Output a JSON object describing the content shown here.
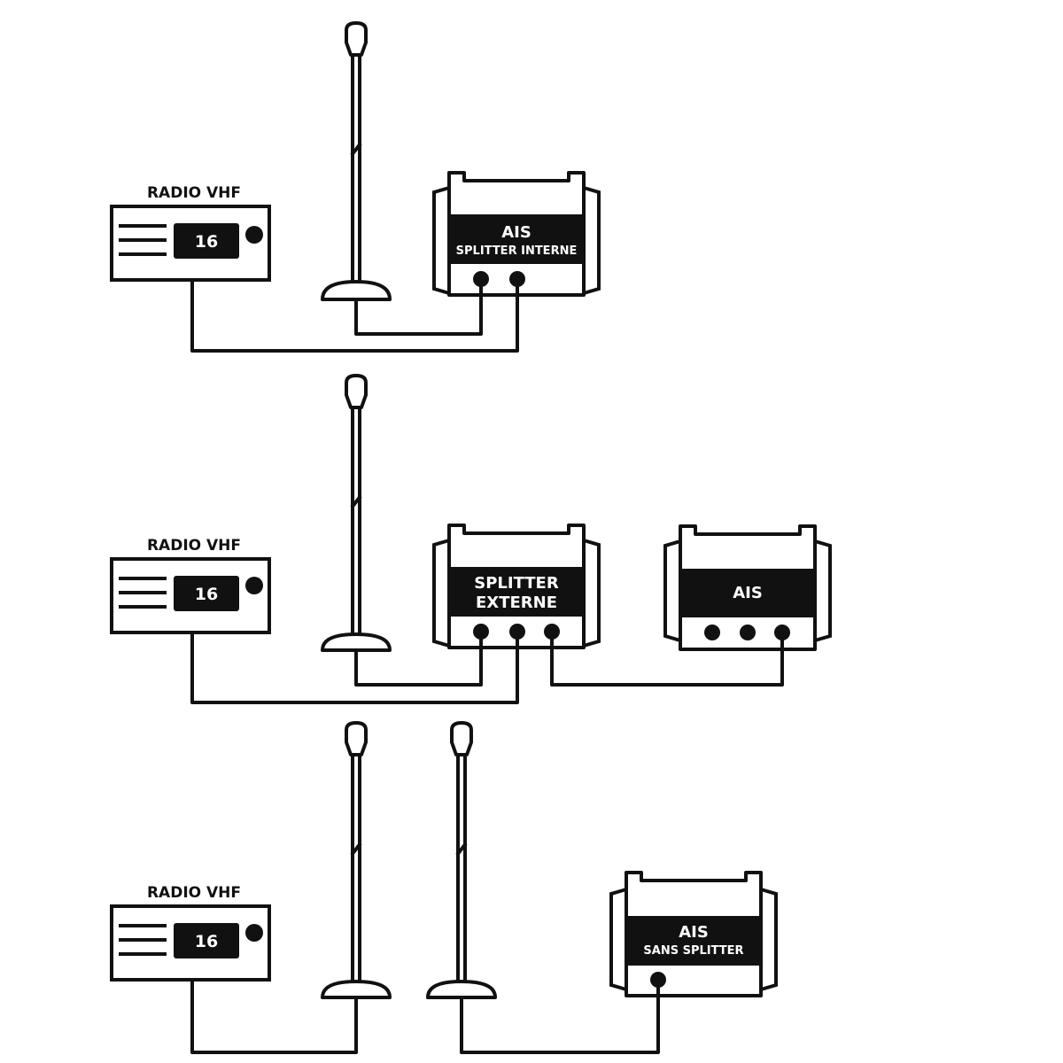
{
  "colors": {
    "line": "#111111",
    "background": "#ffffff",
    "band": "#111111",
    "band_text": "#ffffff"
  },
  "icons": [
    "radio-icon",
    "antenna-icon",
    "device-box-icon",
    "connector-port-icon"
  ],
  "scenario1": {
    "radio": {
      "label": "RADIO VHF",
      "channel": "16"
    },
    "ais": {
      "title": "AIS",
      "subtitle": "SPLITTER INTERNE"
    }
  },
  "scenario2": {
    "radio": {
      "label": "RADIO VHF",
      "channel": "16"
    },
    "splitter": {
      "title_line1": "SPLITTER",
      "title_line2": "EXTERNE"
    },
    "ais": {
      "title": "AIS"
    }
  },
  "scenario3": {
    "radio": {
      "label": "RADIO VHF",
      "channel": "16"
    },
    "ais": {
      "title": "AIS",
      "subtitle": "SANS SPLITTER"
    }
  }
}
